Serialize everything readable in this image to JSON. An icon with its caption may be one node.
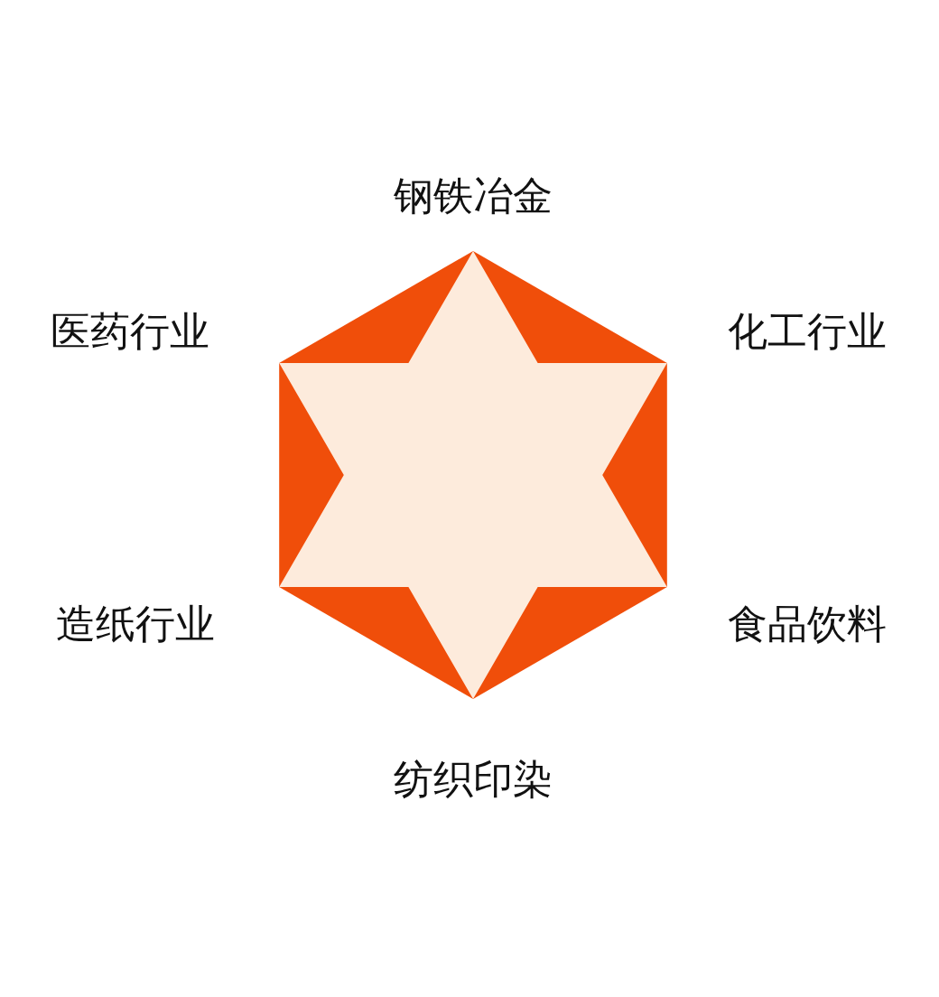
{
  "diagram": {
    "labels": [
      "钢铁冶金",
      "医药行业",
      "化工行业",
      "造纸行业",
      "食品饮料",
      "纺织印染"
    ]
  }
}
